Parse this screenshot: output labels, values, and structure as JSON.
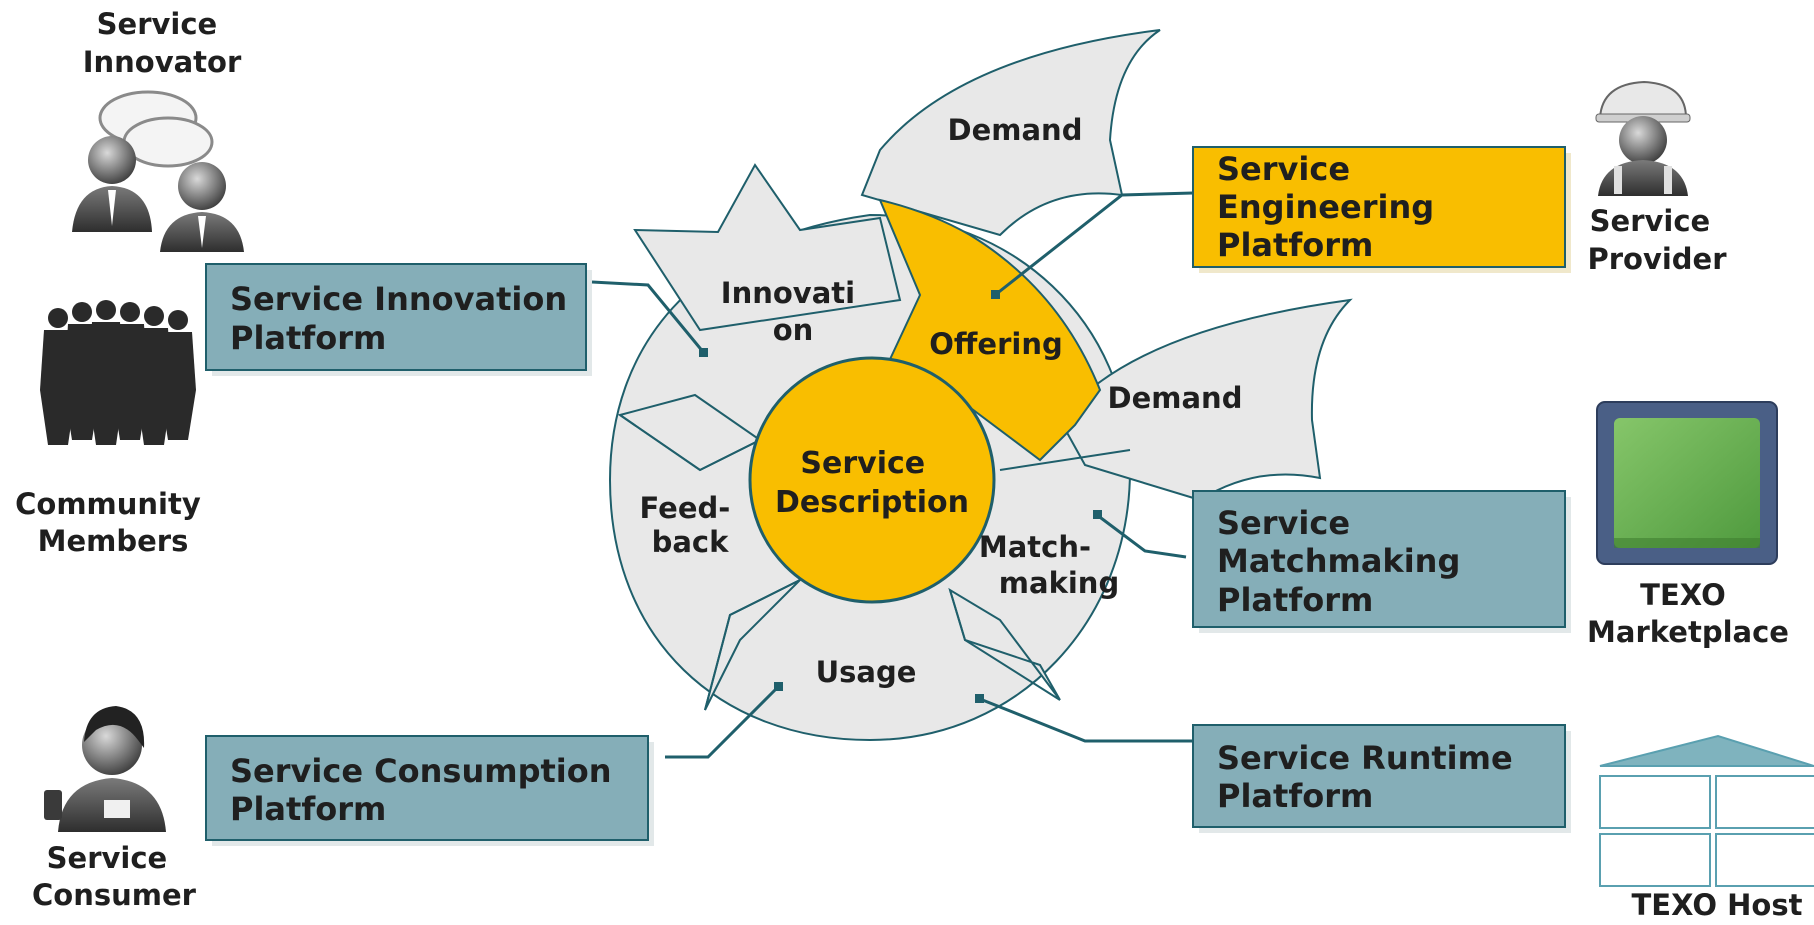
{
  "actors": {
    "service_innovator": [
      "Service",
      "Innovator"
    ],
    "community_members": [
      "Community",
      "Members"
    ],
    "service_consumer": [
      "Service",
      "Consumer"
    ],
    "service_provider": [
      "Service",
      "Provider"
    ],
    "texo_marketplace": [
      "TEXO",
      "Marketplace"
    ],
    "texo_host": [
      "TEXO Host"
    ]
  },
  "platforms": {
    "innovation": [
      "Service Innovation",
      "Platform"
    ],
    "consumption": [
      "Service Consumption",
      "Platform"
    ],
    "engineering": [
      "Service",
      "Engineering",
      "Platform"
    ],
    "matchmaking": [
      "Service",
      "Matchmaking",
      "Platform"
    ],
    "runtime": [
      "Service Runtime",
      "Platform"
    ]
  },
  "cycle": {
    "center": [
      "Service",
      "Description"
    ],
    "innovation": [
      "Innovati",
      "on"
    ],
    "offering": [
      "Offering"
    ],
    "matchmaking": [
      "Match-",
      "making"
    ],
    "usage": [
      "Usage"
    ],
    "feedback": [
      "Feed-",
      "back"
    ],
    "demand_top": [
      "Demand"
    ],
    "demand_right": [
      "Demand"
    ]
  },
  "colors": {
    "platform_fill": "#85AEB8",
    "highlight": "#F9BE00",
    "segment": "#E8E8E8",
    "outline": "#1F5F6B"
  }
}
